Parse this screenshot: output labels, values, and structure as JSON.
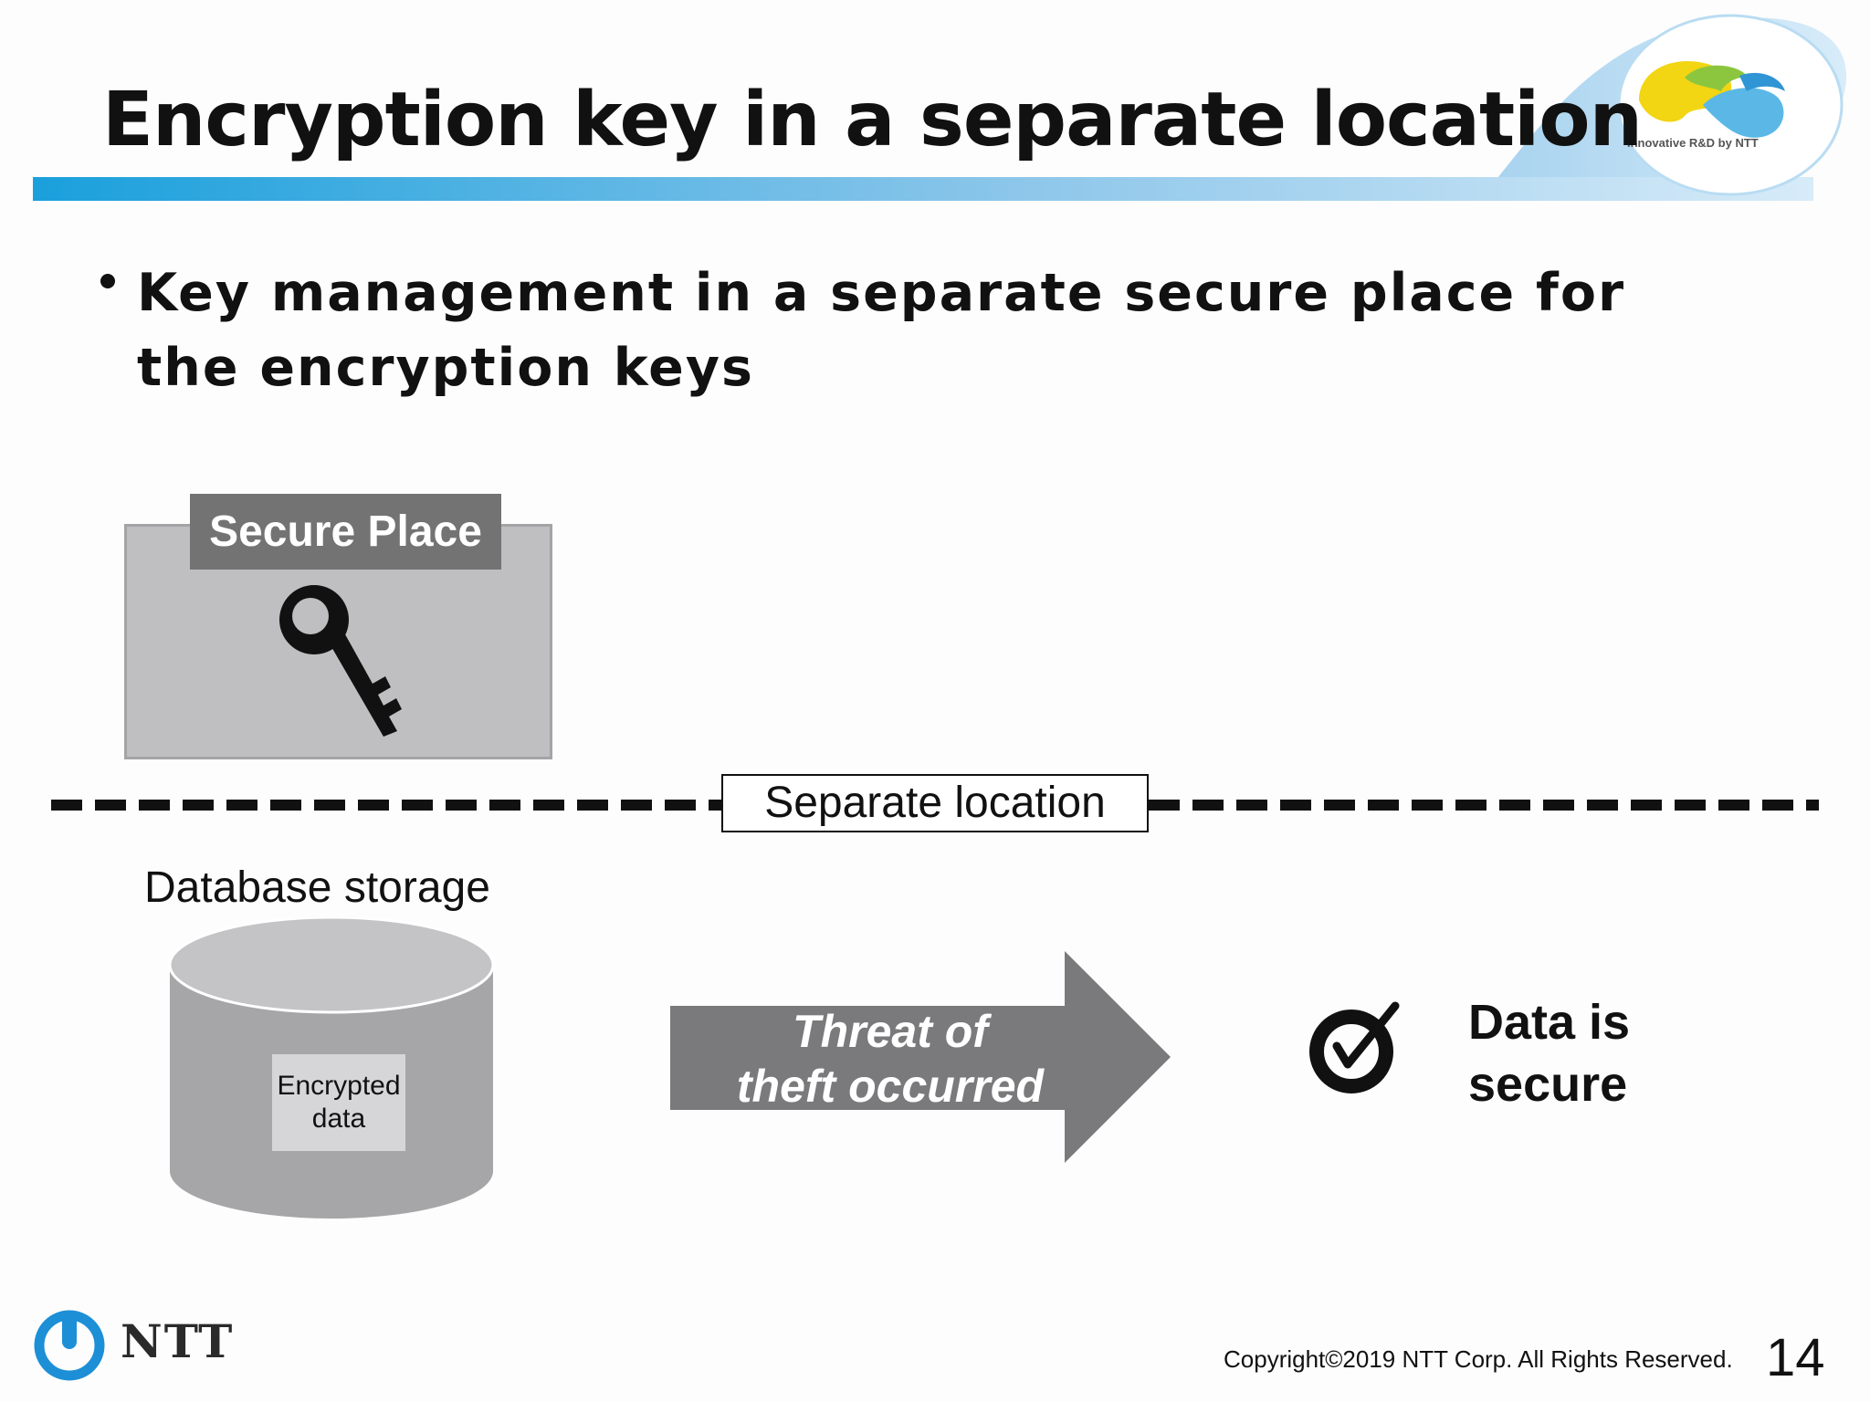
{
  "slide": {
    "title": "Encryption key in a separate location",
    "bullet": "Key management in a separate secure place for the encryption keys",
    "logo_caption": "Innovative R&D by NTT",
    "company_name": "NTT",
    "copyright": "Copyright©2019  NTT Corp. All Rights Reserved.",
    "page_number": "14"
  },
  "diagram": {
    "secure_place_label": "Secure Place",
    "separate_location_label": "Separate location",
    "database_label": "Database storage",
    "encrypted_data_line1": "Encrypted",
    "encrypted_data_line2": "data",
    "threat_line1": "Threat of",
    "threat_line2": "theft occurred",
    "result_line1": "Data is",
    "result_line2": "secure"
  },
  "icons": [
    "key-icon",
    "database-icon",
    "arrow-icon",
    "check-icon",
    "ntt-logo-icon",
    "innovative-logo"
  ],
  "colors": {
    "accent_blue": "#1fa3de",
    "light_blue": "#b8daf0",
    "secure_box": "#bfbfc2",
    "label_gray": "#737373",
    "arrow_gray": "#7a7a7c",
    "cylinder_gray": "#a6a6a8"
  }
}
